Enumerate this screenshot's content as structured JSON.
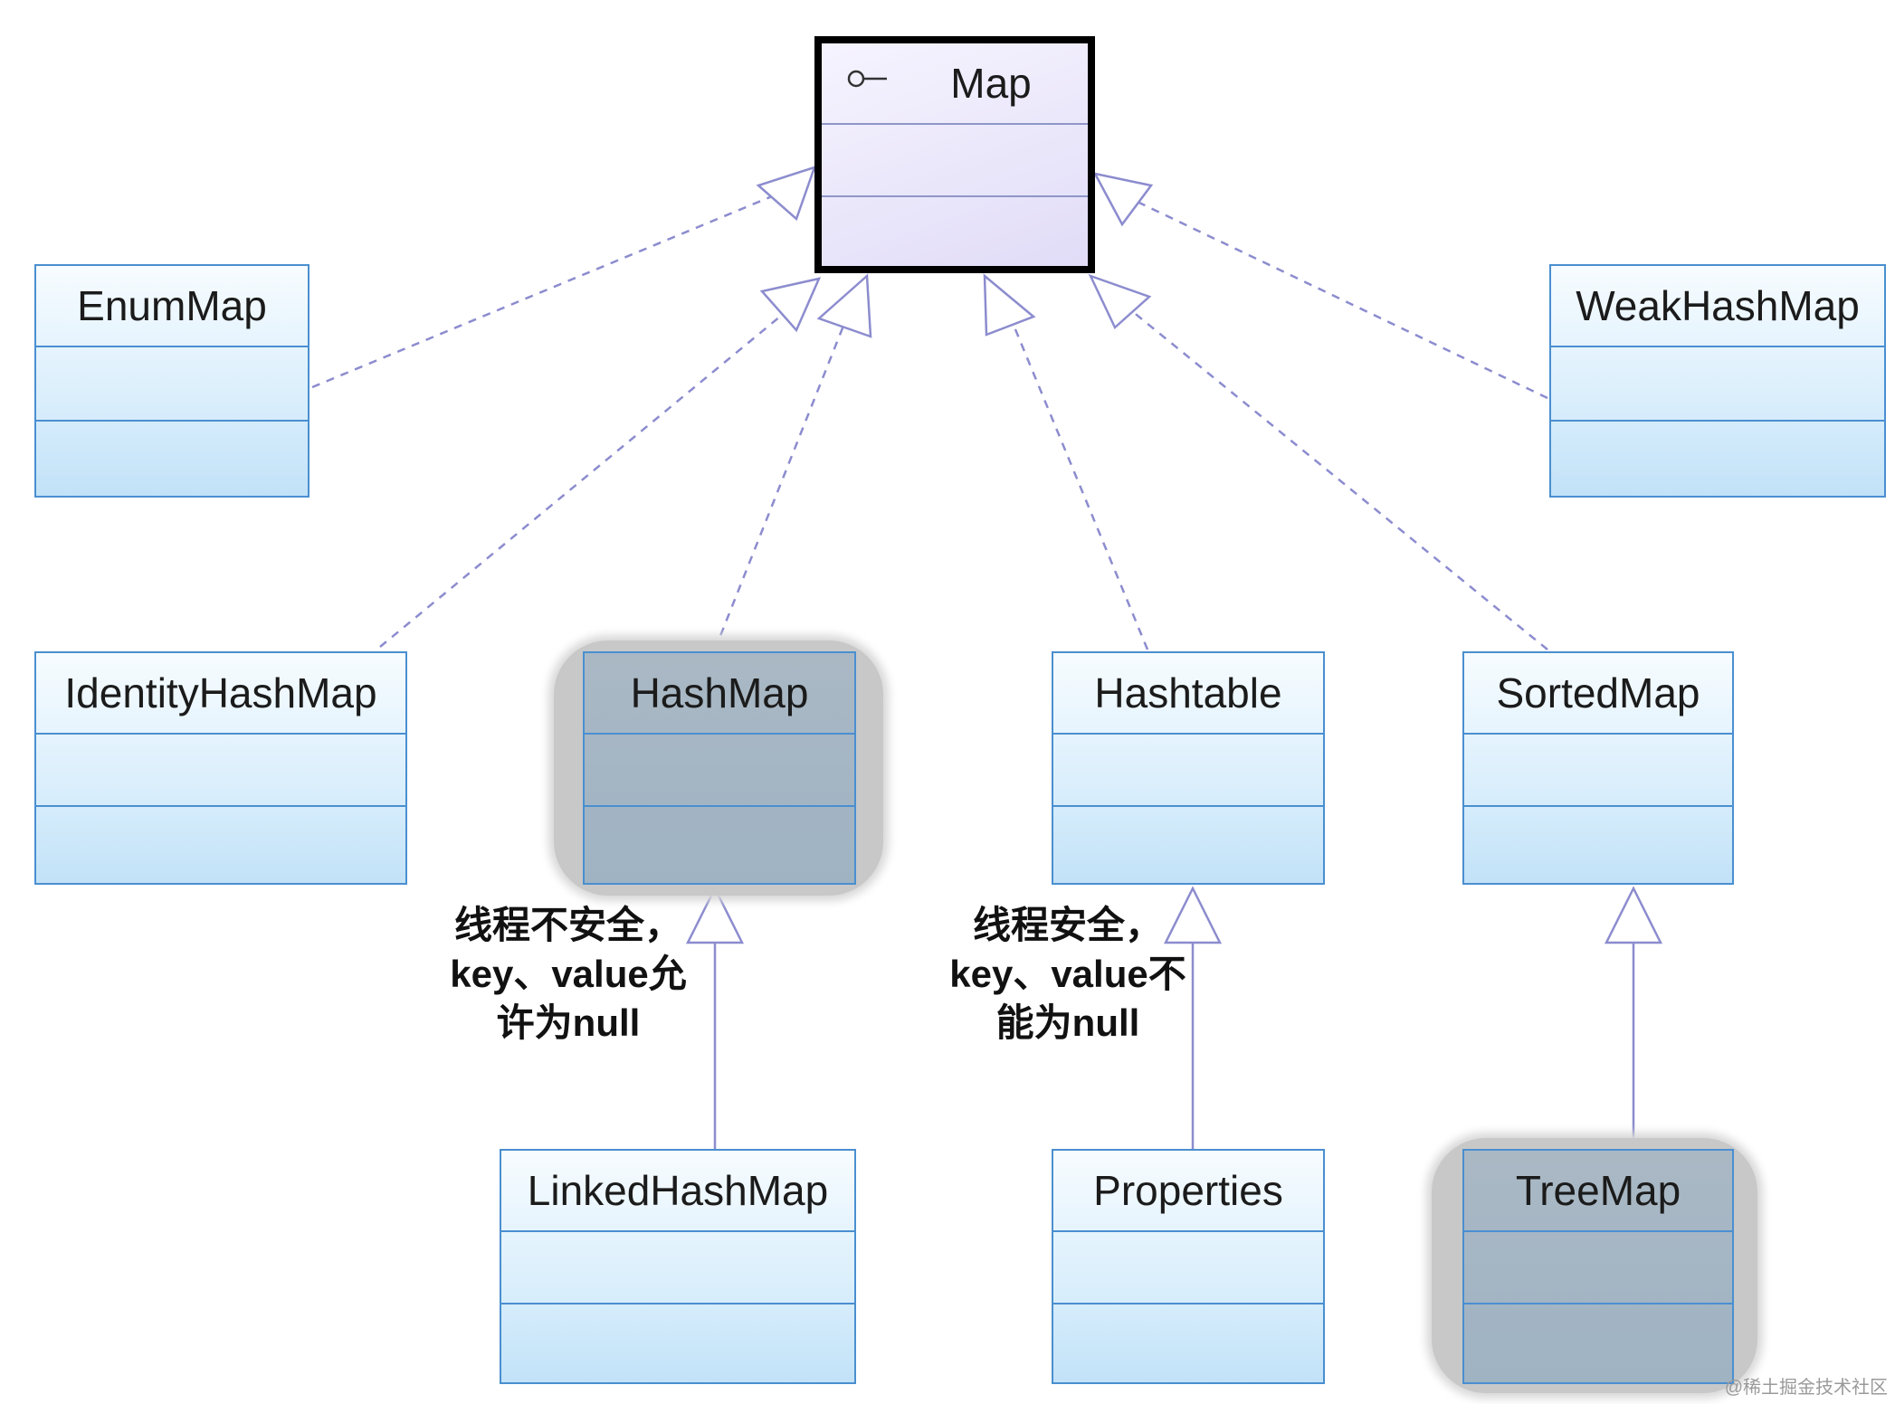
{
  "diagram": {
    "interface": {
      "name": "Map"
    },
    "classes": {
      "enum_map": {
        "name": "EnumMap"
      },
      "weak_hash_map": {
        "name": "WeakHashMap"
      },
      "identity_hash_map": {
        "name": "IdentityHashMap"
      },
      "hash_map": {
        "name": "HashMap"
      },
      "hashtable": {
        "name": "Hashtable"
      },
      "sorted_map": {
        "name": "SortedMap"
      },
      "linked_hash_map": {
        "name": "LinkedHashMap"
      },
      "properties": {
        "name": "Properties"
      },
      "tree_map": {
        "name": "TreeMap"
      }
    },
    "notes": {
      "hashmap_note": [
        "线程不安全，",
        "key、value允",
        "许为null"
      ],
      "hashtable_note": [
        "线程安全，",
        "key、value不",
        "能为null"
      ]
    },
    "colors": {
      "class_border": "#4a8fd0",
      "interface_border": "#000000",
      "edge": "#8c8ccf",
      "highlight": "#c8c8c8"
    }
  },
  "watermark": "@稀土掘金技术社区"
}
